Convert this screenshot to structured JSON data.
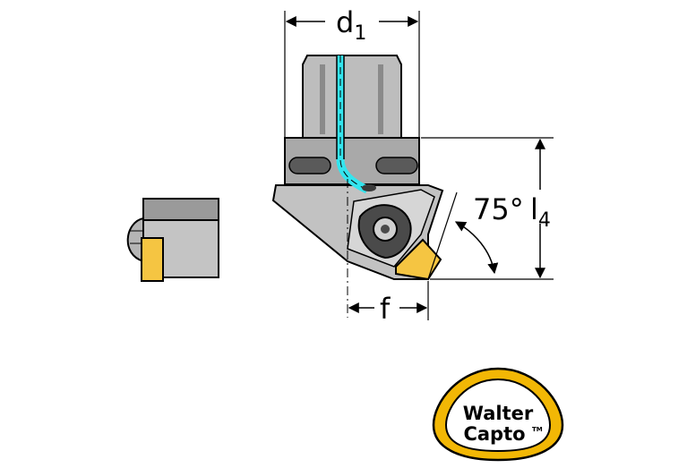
{
  "dimensions": {
    "d1": {
      "symbol": "d",
      "subscript": "1"
    },
    "l4": {
      "symbol": "l",
      "subscript": "4"
    },
    "f": {
      "symbol": "f"
    },
    "angle": "75°"
  },
  "logo": {
    "line1": "Walter",
    "line2": "Capto",
    "trademark": "TM"
  },
  "colors": {
    "body_gray": "#bdbdbd",
    "body_dark": "#8a8a8a",
    "coolant_cyan": "#33e5ee",
    "insert_gold": "#f5c542",
    "logo_gold": "#f2b705",
    "outline": "#000000"
  }
}
